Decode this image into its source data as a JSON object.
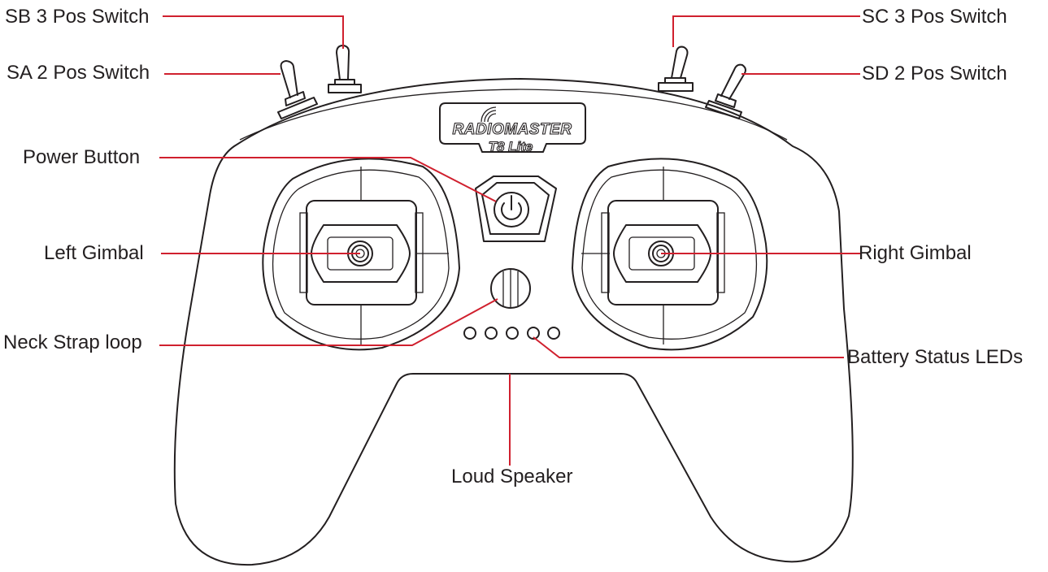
{
  "labels": {
    "sb": "SB 3 Pos Switch",
    "sa": "SA 2 Pos Switch",
    "power": "Power Button",
    "left_gimbal": "Left Gimbal",
    "neck_strap": "Neck Strap loop",
    "sc": "SC 3 Pos Switch",
    "sd": "SD 2 Pos Switch",
    "right_gimbal": "Right Gimbal",
    "battery_leds": "Battery Status LEDs",
    "speaker": "Loud Speaker"
  },
  "brand": {
    "logo_text": "RADIOMASTER",
    "model": "T8 Lite"
  },
  "colors": {
    "leader_line": "#d0202e",
    "outline": "#231f20",
    "label_text": "#231f20"
  },
  "icons": [
    "power-icon",
    "signal-icon"
  ]
}
